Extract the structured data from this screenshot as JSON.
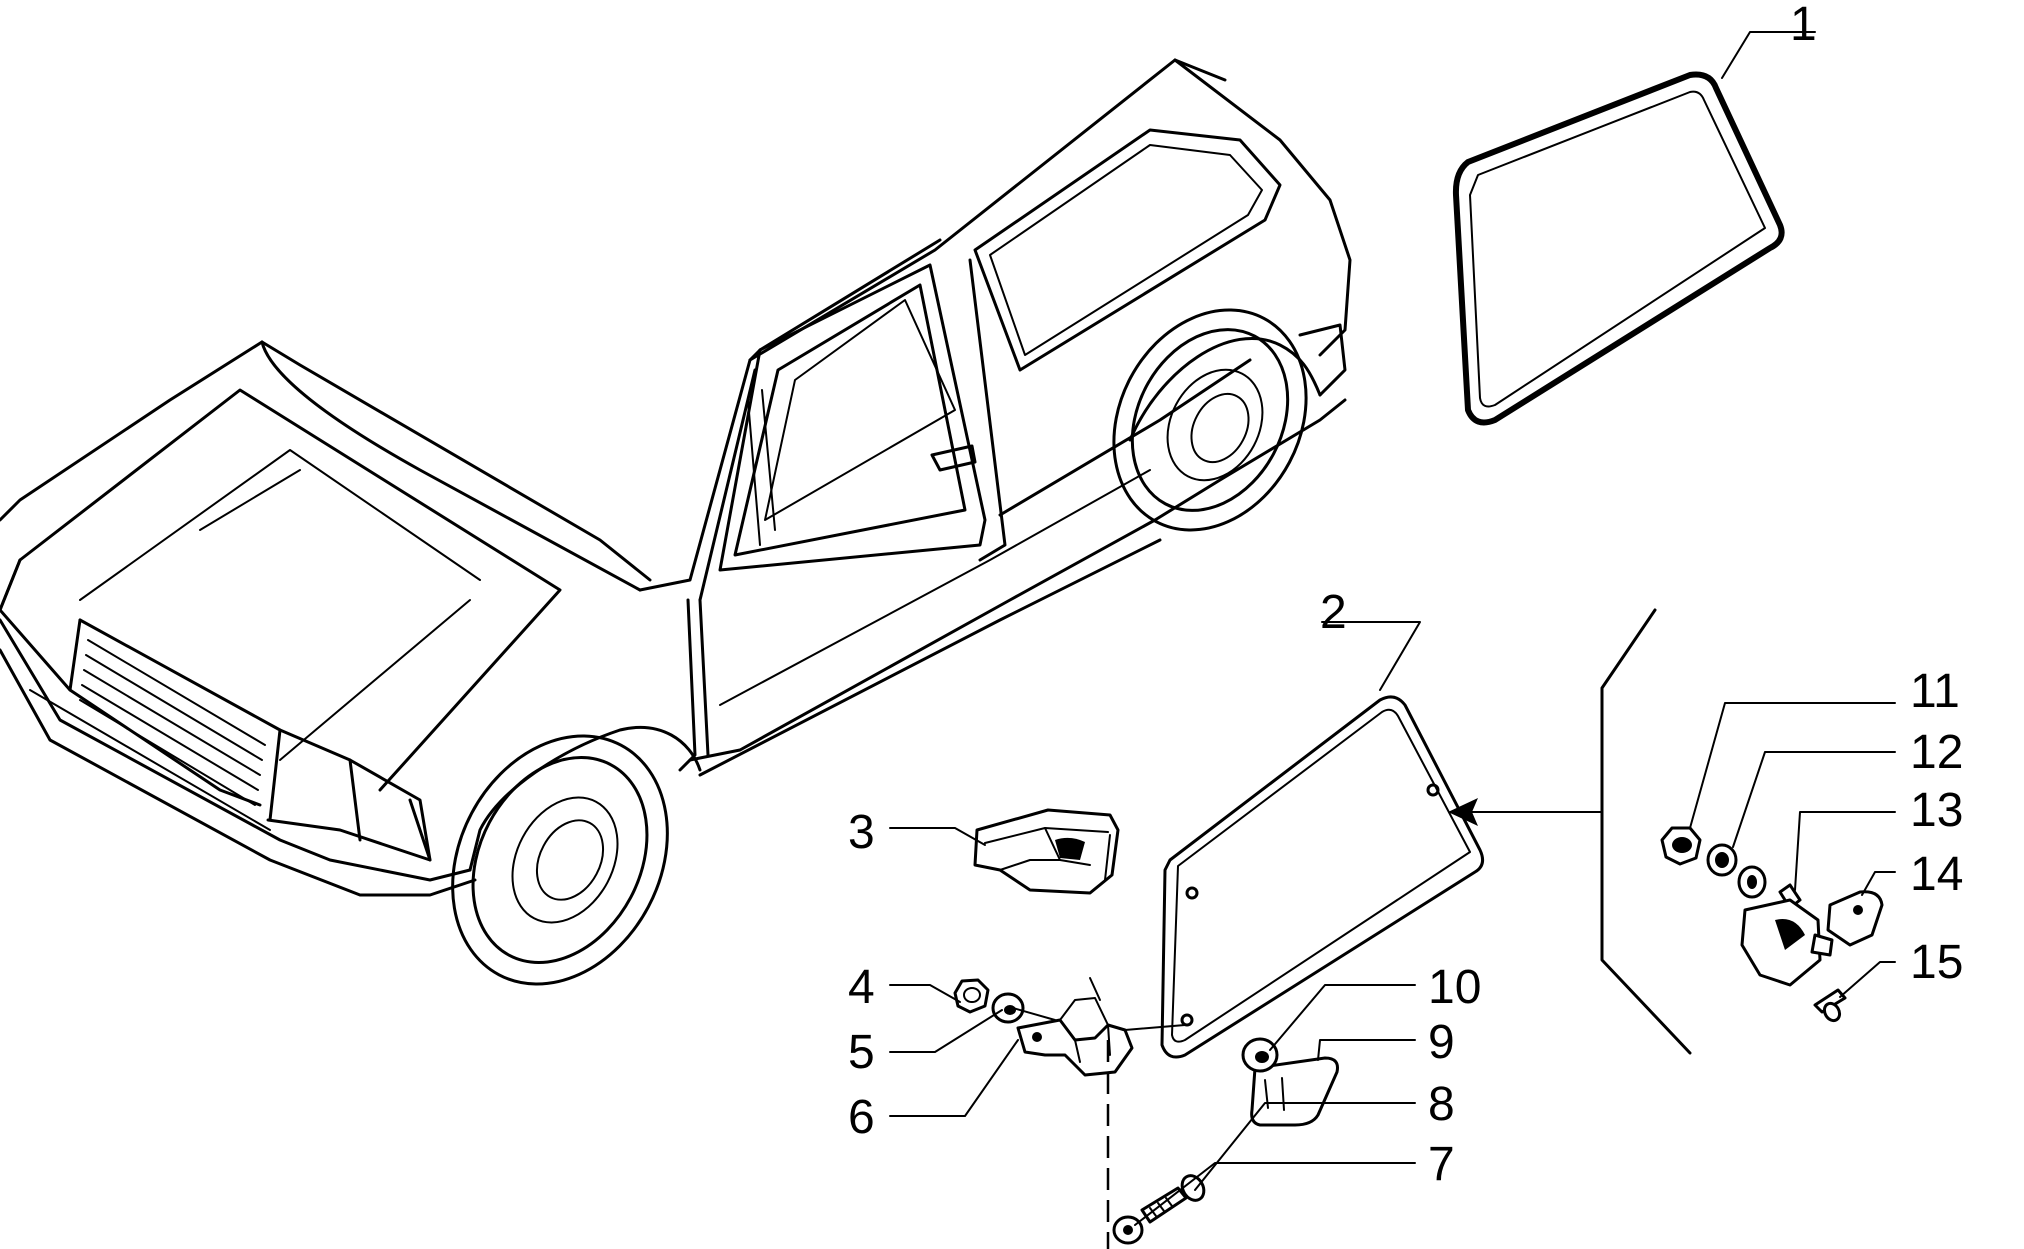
{
  "callouts": [
    {
      "id": "1",
      "label": "1"
    },
    {
      "id": "2",
      "label": "2"
    },
    {
      "id": "3",
      "label": "3"
    },
    {
      "id": "4",
      "label": "4"
    },
    {
      "id": "5",
      "label": "5"
    },
    {
      "id": "6",
      "label": "6"
    },
    {
      "id": "7",
      "label": "7"
    },
    {
      "id": "8",
      "label": "8"
    },
    {
      "id": "9",
      "label": "9"
    },
    {
      "id": "10",
      "label": "10"
    },
    {
      "id": "11",
      "label": "11"
    },
    {
      "id": "12",
      "label": "12"
    },
    {
      "id": "13",
      "label": "13"
    },
    {
      "id": "14",
      "label": "14"
    },
    {
      "id": "15",
      "label": "15"
    }
  ],
  "colors": {
    "ink": "#000000",
    "paper": "#ffffff"
  }
}
